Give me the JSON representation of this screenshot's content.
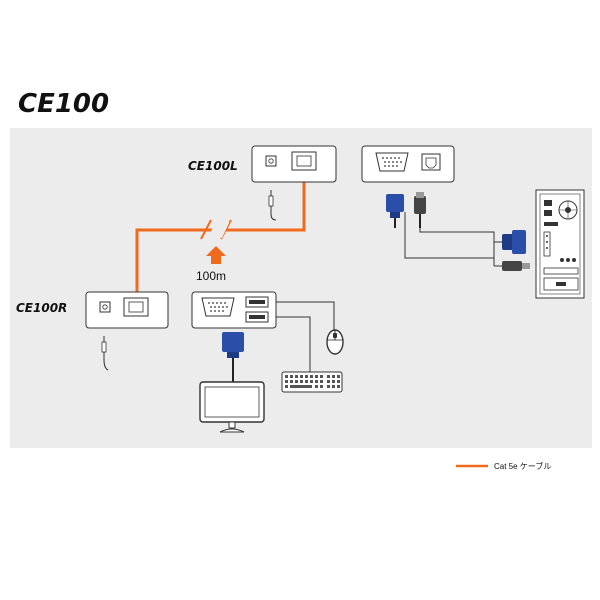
{
  "title": "CE100",
  "labels": {
    "local_unit": "CE100L",
    "remote_unit": "CE100R",
    "distance": "100m"
  },
  "legend": {
    "cable_label": "Cat 5e ケーブル",
    "cable_color": "#ef6a1c"
  },
  "colors": {
    "panel_bg": "#ececec",
    "vga_blue": "#2b4ea8",
    "device_stroke": "#333333"
  }
}
